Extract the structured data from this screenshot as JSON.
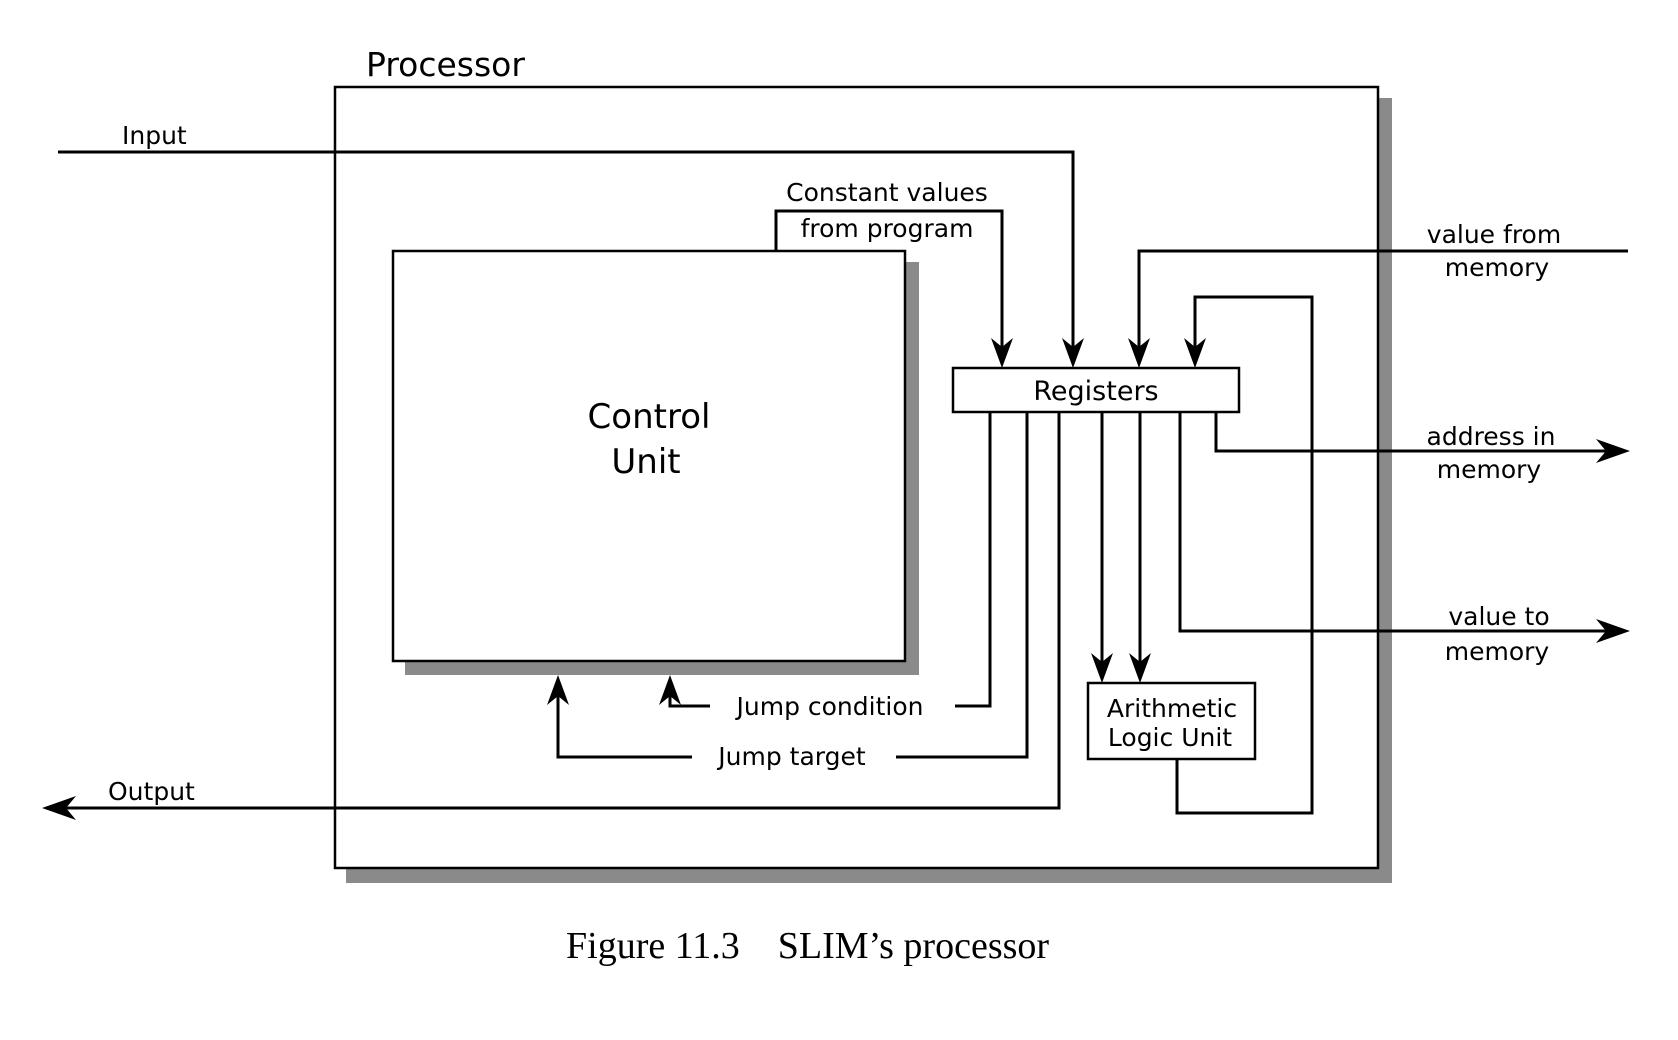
{
  "diagram": {
    "title": "Processor",
    "nodes": {
      "control_unit": {
        "line1": "Control",
        "line2": "Unit"
      },
      "registers": {
        "label": "Registers"
      },
      "alu": {
        "line1": "Arithmetic",
        "line2": "Logic Unit"
      }
    },
    "signals": {
      "input": "Input",
      "output": "Output",
      "constants_line1": "Constant values",
      "constants_line2": "from program",
      "value_from_memory_line1": "value from",
      "value_from_memory_line2": "memory",
      "address_in_memory_line1": "address in",
      "address_in_memory_line2": "memory",
      "value_to_memory_line1": "value to",
      "value_to_memory_line2": "memory",
      "jump_condition": "Jump condition",
      "jump_target": "Jump target"
    },
    "colors": {
      "line": "#000000",
      "shadow": "#8a8a8a",
      "background": "#ffffff"
    }
  },
  "caption": "Figure 11.3    SLIM’s processor"
}
